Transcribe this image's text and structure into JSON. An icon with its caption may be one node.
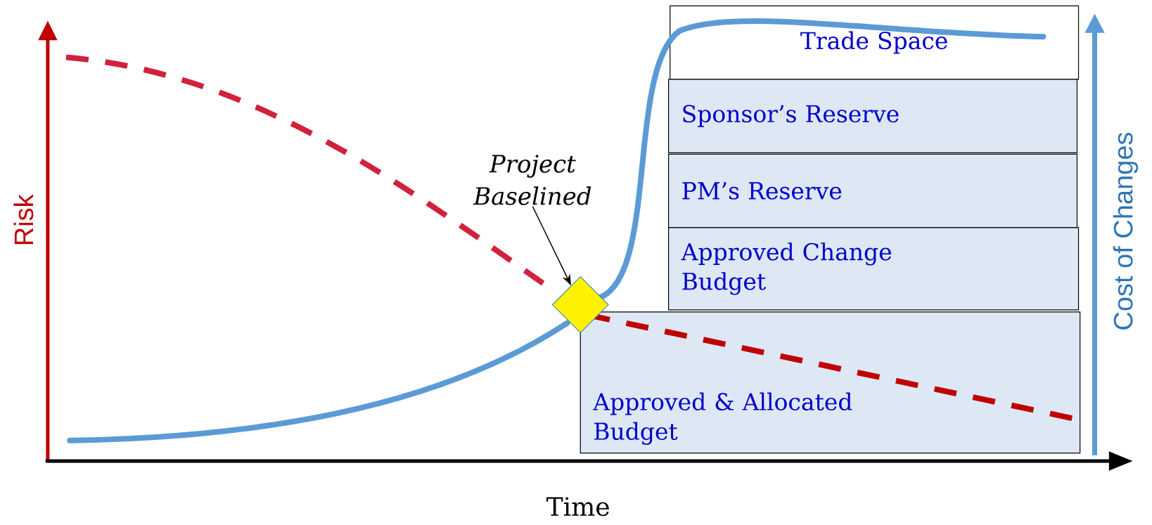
{
  "diagram": {
    "nodes": [
      {
        "text": [
          "Trade Space"
        ]
      },
      {
        "text": [
          "Sponsor’s Reserve"
        ]
      },
      {
        "text": [
          "PM’s Reserve"
        ]
      },
      {
        "text": [
          "Approved Change Budget"
        ]
      },
      {
        "text": [
          "Approved & Allocated Budget"
        ]
      },
      {
        "text": [
          "Project Baselined"
        ]
      },
      {
        "text": [],
        "shape": "diamond"
      }
    ],
    "edges": [
      {
        "from": 5,
        "to": 6,
        "arrow": "to"
      }
    ],
    "labels": [
      "Risk",
      "Time",
      "Cost of Changes"
    ]
  }
}
